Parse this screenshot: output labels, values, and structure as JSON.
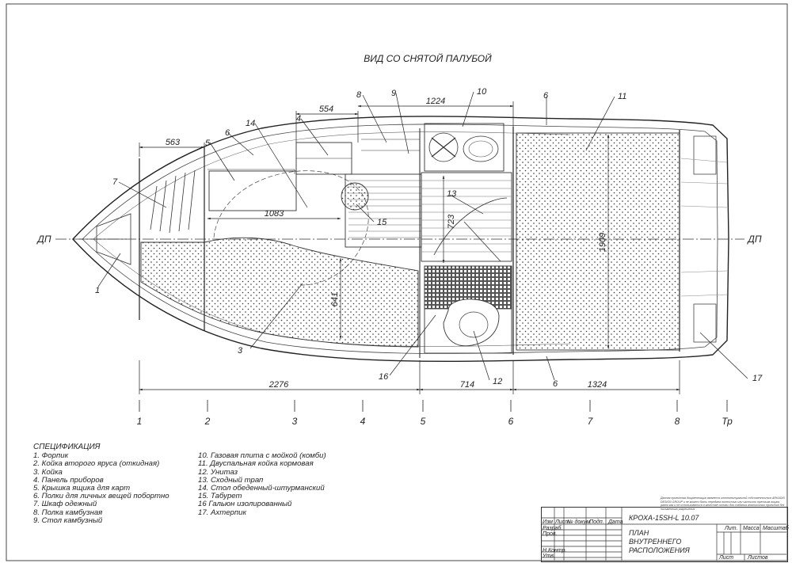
{
  "view_title": "ВИД СО СНЯТОЙ ПАЛУБОЙ",
  "centerline_label": "ДП",
  "dimensions": {
    "d563": "563",
    "d554": "554",
    "d1224": "1224",
    "d1083": "1083",
    "d723": "723",
    "d641": "641",
    "d1909": "1909",
    "d2276": "2276",
    "d714": "714",
    "d1324": "1324"
  },
  "callouts": {
    "c1": "1",
    "c3": "3",
    "c4": "4",
    "c5": "5",
    "c6a": "6",
    "c6b": "6",
    "c6c": "6",
    "c7": "7",
    "c8": "8",
    "c9": "9",
    "c10": "10",
    "c11": "11",
    "c12": "12",
    "c13": "13",
    "c14": "14",
    "c15": "15",
    "c16": "16",
    "c17": "17"
  },
  "stations": [
    "1",
    "2",
    "3",
    "4",
    "5",
    "6",
    "7",
    "8",
    "Тр"
  ],
  "spec": {
    "heading": "СПЕЦИФИКАЦИЯ",
    "col1": [
      "1. Форпик",
      "2. Койка второго яруса (откидная)",
      "3. Койка",
      "4. Панель приборов",
      "5. Крышка ящика для карт",
      "6. Полки для личных вещей побортно",
      "7. Шкаф одежный",
      "8. Полка камбузная",
      "9. Стол камбузный"
    ],
    "col2": [
      "10. Газовая плита с мойкой (комби)",
      "11. Двуспальная койка кормовая",
      "12. Унитаз",
      "13. Сходный трап",
      "14. Стол обеденный-штурманский",
      "15. Табурет",
      "16 Гальюн изолированный",
      "17. Ахтерпик"
    ]
  },
  "stamp": {
    "doc_code": "КРОХА-15SH-L 10.07",
    "doc_title_1": "ПЛАН",
    "doc_title_2": "ВНУТРЕННЕГО",
    "doc_title_3": "РАСПОЛОЖЕНИЯ",
    "h_izm": "Изм",
    "h_list": "Лист",
    "h_ndok": "№ докум.",
    "h_podp": "Подп.",
    "h_data": "Дата",
    "r_razrab": "Разраб.",
    "r_prov": "Пров.",
    "r_nkontr": "Н.Контр.",
    "r_utv": "Утв.",
    "h_lit": "Лит.",
    "h_massa": "Масса",
    "h_masshtab": "Масштаб",
    "h_list2": "Лист",
    "h_listov": "Листов"
  },
  "note": "Данная проектная документация является интеллектуальной собственностью ARKADIS DESIGN GROUP и не может быть передана полностью или частично третьим лицам, равно как и не использоваться в качестве основы для создания аналогичных проектов без письменного разрешения"
}
